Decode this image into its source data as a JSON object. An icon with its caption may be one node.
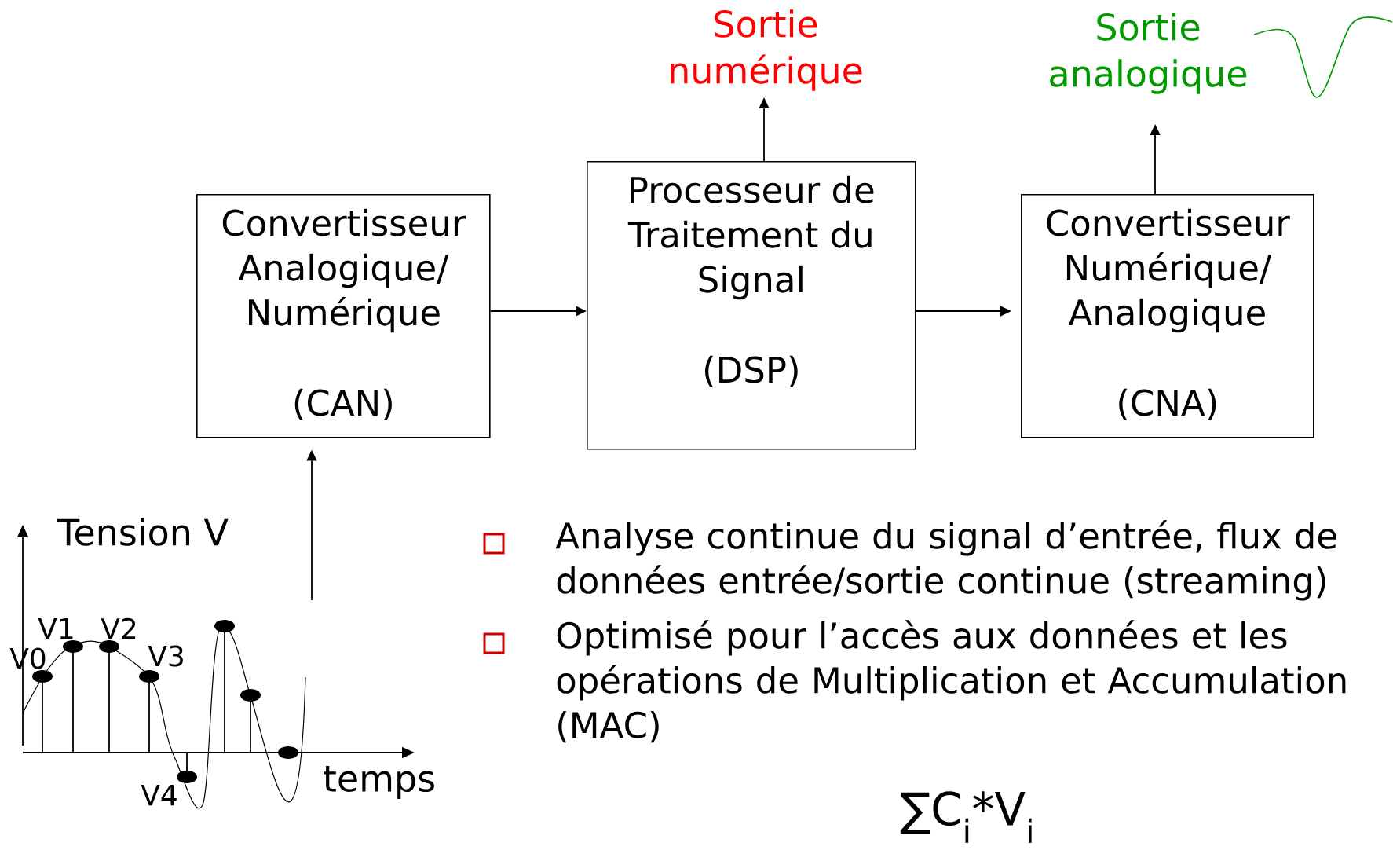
{
  "diagram": {
    "nodes": [
      {
        "text": [
          "Convertisseur Analogique/ Numérique",
          "(CAN)"
        ]
      },
      {
        "text": [
          "Processeur de Traitement du Signal",
          "(DSP)"
        ]
      },
      {
        "text": [
          "Convertisseur Numérique/ Analogique",
          "(CNA)"
        ]
      },
      {
        "text": [
          "Sortie numérique"
        ]
      },
      {
        "text": [
          "Sortie analogique"
        ]
      }
    ],
    "edges": [
      {
        "from": null,
        "to": 0,
        "arrow": "to"
      },
      {
        "from": 0,
        "to": 1,
        "arrow": "to"
      },
      {
        "from": 1,
        "to": 2,
        "arrow": "to"
      },
      {
        "from": 1,
        "to": 3,
        "arrow": "to"
      },
      {
        "from": 2,
        "to": 4,
        "arrow": "to"
      }
    ],
    "labels": [
      "Tension V",
      "V0",
      "V1",
      "V2",
      "V3",
      "V4",
      "temps",
      "Analyse continue du signal d’entrée, flux de données entrée/sortie continue (streaming)",
      "Optimisé pour l’accès aux données et les opérations de Multiplication et Accumulation (MAC)",
      "∑C$_{i}$*V$_{i}$"
    ]
  }
}
